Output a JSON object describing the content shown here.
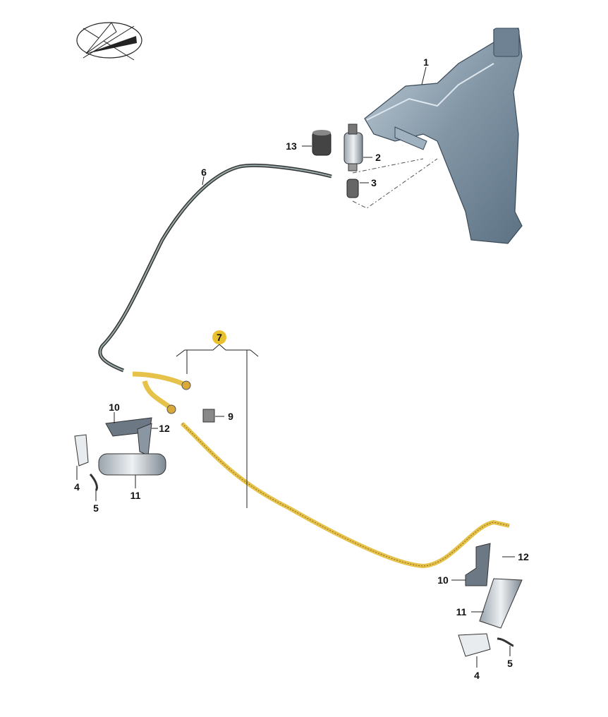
{
  "diagram": {
    "callouts": [
      "1",
      "13",
      "2",
      "3",
      "6",
      "7",
      "10",
      "12",
      "9",
      "4",
      "11",
      "5",
      "12",
      "10",
      "11",
      "5",
      "4"
    ],
    "badge_color": "#e8c030",
    "hose_yellow": "#e6c24a",
    "tank_color": "#8296a6"
  }
}
